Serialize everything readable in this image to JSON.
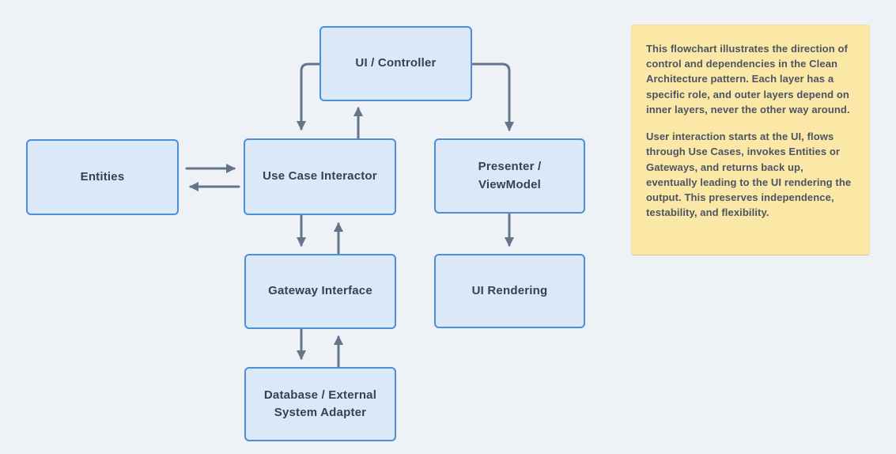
{
  "canvas": {
    "background_color": "#eef1f5"
  },
  "diagram": {
    "title": "Clean Architecture flow diagram",
    "node_fill_color": "#dbe8f8",
    "node_border_color": "#4a90d9",
    "node_text_color": "#36424e",
    "arrow_color": "#64748b",
    "nodes": [
      {
        "id": "ui-controller",
        "label": "UI / Controller"
      },
      {
        "id": "entities",
        "label": "Entities"
      },
      {
        "id": "use-case-interactor",
        "label": "Use Case Interactor"
      },
      {
        "id": "presenter-viewmodel",
        "label": "Presenter /\nViewModel"
      },
      {
        "id": "gateway-interface",
        "label": "Gateway Interface"
      },
      {
        "id": "ui-rendering",
        "label": "UI Rendering"
      },
      {
        "id": "database-adapter",
        "label": "Database / External\nSystem Adapter"
      }
    ],
    "edges": [
      {
        "from": "ui-controller",
        "to": "use-case-interactor",
        "style": "elbow-left-down"
      },
      {
        "from": "use-case-interactor",
        "to": "ui-controller",
        "style": "straight-up"
      },
      {
        "from": "ui-controller",
        "to": "presenter-viewmodel",
        "style": "elbow-right-down"
      },
      {
        "from": "entities",
        "to": "use-case-interactor",
        "style": "straight-right"
      },
      {
        "from": "use-case-interactor",
        "to": "entities",
        "style": "straight-left"
      },
      {
        "from": "use-case-interactor",
        "to": "gateway-interface",
        "style": "straight-down"
      },
      {
        "from": "gateway-interface",
        "to": "use-case-interactor",
        "style": "straight-up"
      },
      {
        "from": "presenter-viewmodel",
        "to": "ui-rendering",
        "style": "straight-down"
      },
      {
        "from": "gateway-interface",
        "to": "database-adapter",
        "style": "straight-down"
      },
      {
        "from": "database-adapter",
        "to": "gateway-interface",
        "style": "straight-up"
      }
    ]
  },
  "note": {
    "background_color": "#fbe7a6",
    "paragraphs": [
      "This flowchart illustrates the direction of\ncontrol and dependencies in the Clean\nArchitecture pattern. Each layer has a\nspecific role, and outer layers depend on\ninner layers, never the other way around.",
      "User interaction starts at the UI, flows\nthrough Use Cases, invokes Entities or\nGateways, and returns back up,\neventually leading to the UI rendering the\noutput. This preserves independence,\ntestability, and flexibility."
    ]
  }
}
